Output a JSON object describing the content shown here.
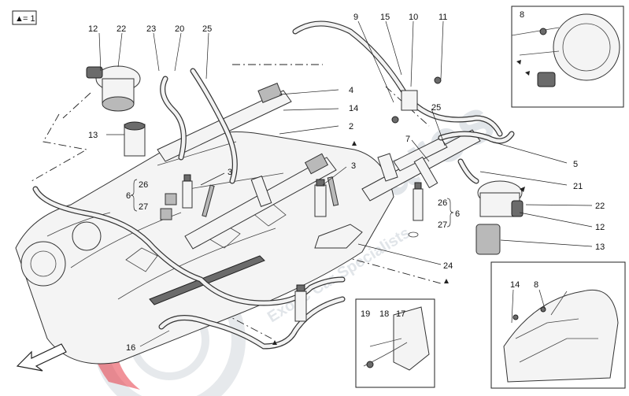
{
  "legend": {
    "symbol": "▲",
    "text": "= 1"
  },
  "watermark": {
    "brand": "Eurospares",
    "tagline": "Exotic Car Specialists"
  },
  "labels": [
    "12",
    "22",
    "23",
    "20",
    "25",
    "9",
    "15",
    "10",
    "11",
    "8",
    "4",
    "14",
    "2",
    "13",
    "3",
    "26",
    "6",
    "27",
    "3",
    "7",
    "25",
    "5",
    "21",
    "26",
    "6",
    "27",
    "22",
    "12",
    "13",
    "24",
    "19",
    "18",
    "17",
    "16",
    "14",
    "8"
  ],
  "colors": {
    "line": "#222222",
    "part_fill": "#f4f4f4",
    "shade": "#6b6b6b",
    "watermark": "#c9d0d8",
    "watermark_red": "#e63946"
  }
}
